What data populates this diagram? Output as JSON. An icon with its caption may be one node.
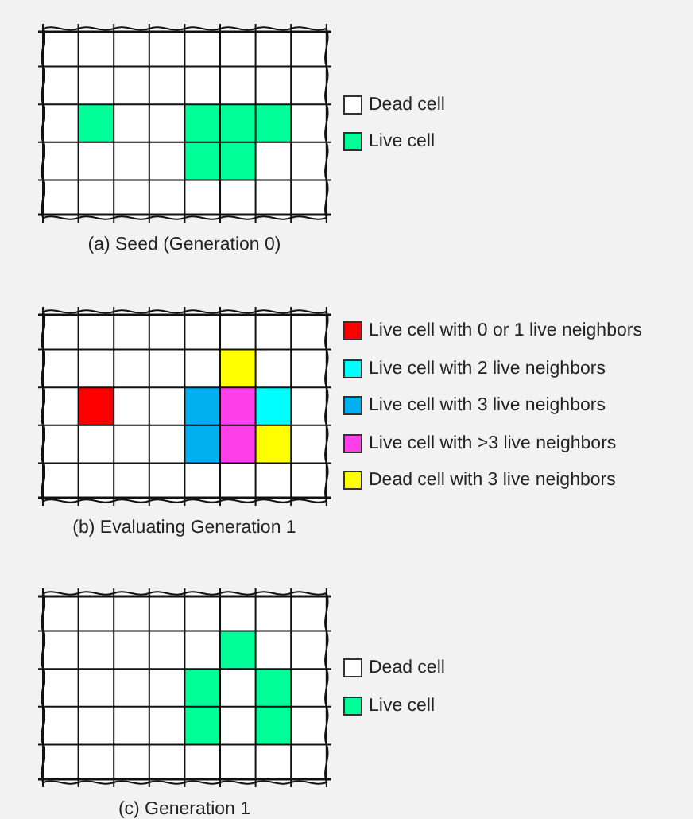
{
  "diagram": {
    "labels": [
      "(a) Seed (Generation 0)",
      "(b) Evaluating Generation 1",
      "(c) Generation 1"
    ],
    "legend": [
      {
        "text": "Dead cell",
        "color": "#ffffff"
      },
      {
        "text": "Live cell",
        "color": "#00ff99"
      },
      {
        "text": "Live cell with 0 or 1 live neighbors",
        "color": "#ff0000"
      },
      {
        "text": "Live cell with 2 live neighbors",
        "color": "#00ffff"
      },
      {
        "text": "Live cell with 3 live neighbors",
        "color": "#00b0f0"
      },
      {
        "text": "Live cell with >3 live neighbors",
        "color": "#ff40ea"
      },
      {
        "text": "Dead cell with 3 live neighbors",
        "color": "#ffff00"
      },
      {
        "text": "Dead cell",
        "color": "#ffffff"
      },
      {
        "text": "Live cell",
        "color": "#00ff99"
      }
    ]
  }
}
